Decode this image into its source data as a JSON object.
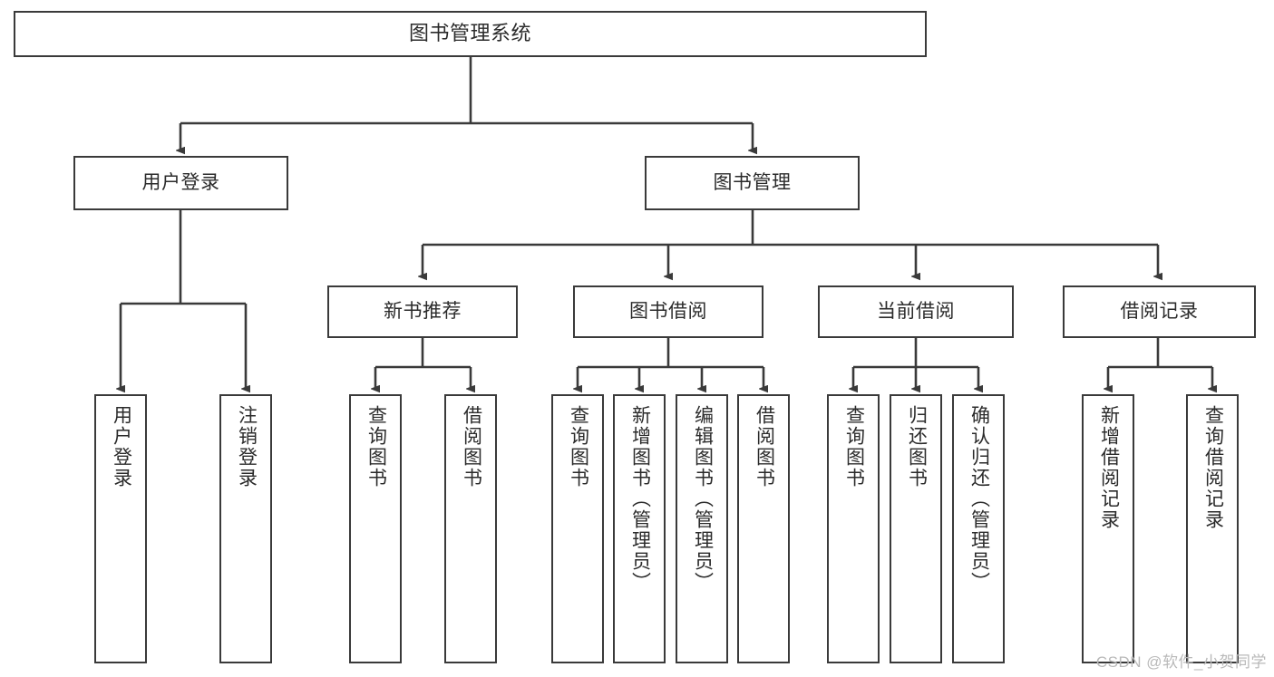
{
  "diagram": {
    "title": "图书管理系统",
    "watermark": "CSDN @软件_小贺同学",
    "colors": {
      "stroke": "#3a3a3a",
      "box_fill": "#ffffff",
      "text": "#2b2b2b",
      "watermark": "#b9b9b9",
      "background": "#ffffff"
    },
    "root": {
      "label": "图书管理系统"
    },
    "level1": [
      {
        "label": "用户登录"
      },
      {
        "label": "图书管理"
      }
    ],
    "level2": [
      {
        "label": "新书推荐"
      },
      {
        "label": "图书借阅"
      },
      {
        "label": "当前借阅"
      },
      {
        "label": "借阅记录"
      }
    ],
    "leaves": {
      "user_login": [
        {
          "label": "用户登录"
        },
        {
          "label": "注销登录"
        }
      ],
      "new_book_recommend": [
        {
          "label": "查询图书"
        },
        {
          "label": "借阅图书"
        }
      ],
      "book_borrow": [
        {
          "label": "查询图书"
        },
        {
          "label": "新增图书（管理员）"
        },
        {
          "label": "编辑图书（管理员）"
        },
        {
          "label": "借阅图书"
        }
      ],
      "current_borrow": [
        {
          "label": "查询图书"
        },
        {
          "label": "归还图书"
        },
        {
          "label": "确认归还（管理员）"
        }
      ],
      "borrow_record": [
        {
          "label": "新增借阅记录"
        },
        {
          "label": "查询借阅记录"
        }
      ]
    }
  },
  "chart_data": {
    "type": "table",
    "title": "图书管理系统 功能结构图",
    "nodes": [
      {
        "id": "root",
        "label": "图书管理系统",
        "level": 0,
        "parent": null
      },
      {
        "id": "user-login",
        "label": "用户登录",
        "level": 1,
        "parent": "root"
      },
      {
        "id": "book-manage",
        "label": "图书管理",
        "level": 1,
        "parent": "root"
      },
      {
        "id": "new-book",
        "label": "新书推荐",
        "level": 2,
        "parent": "book-manage"
      },
      {
        "id": "book-borrow",
        "label": "图书借阅",
        "level": 2,
        "parent": "book-manage"
      },
      {
        "id": "current-borrow",
        "label": "当前借阅",
        "level": 2,
        "parent": "book-manage"
      },
      {
        "id": "borrow-record",
        "label": "借阅记录",
        "level": 2,
        "parent": "book-manage"
      },
      {
        "id": "l-user-login",
        "label": "用户登录",
        "level": 2,
        "parent": "user-login"
      },
      {
        "id": "l-logout",
        "label": "注销登录",
        "level": 2,
        "parent": "user-login"
      },
      {
        "id": "l-nb-query",
        "label": "查询图书",
        "level": 3,
        "parent": "new-book"
      },
      {
        "id": "l-nb-borrow",
        "label": "借阅图书",
        "level": 3,
        "parent": "new-book"
      },
      {
        "id": "l-bb-query",
        "label": "查询图书",
        "level": 3,
        "parent": "book-borrow"
      },
      {
        "id": "l-bb-add",
        "label": "新增图书（管理员）",
        "level": 3,
        "parent": "book-borrow"
      },
      {
        "id": "l-bb-edit",
        "label": "编辑图书（管理员）",
        "level": 3,
        "parent": "book-borrow"
      },
      {
        "id": "l-bb-borrow",
        "label": "借阅图书",
        "level": 3,
        "parent": "book-borrow"
      },
      {
        "id": "l-cb-query",
        "label": "查询图书",
        "level": 3,
        "parent": "current-borrow"
      },
      {
        "id": "l-cb-return",
        "label": "归还图书",
        "level": 3,
        "parent": "current-borrow"
      },
      {
        "id": "l-cb-confirm",
        "label": "确认归还（管理员）",
        "level": 3,
        "parent": "current-borrow"
      },
      {
        "id": "l-br-add",
        "label": "新增借阅记录",
        "level": 3,
        "parent": "borrow-record"
      },
      {
        "id": "l-br-query",
        "label": "查询借阅记录",
        "level": 3,
        "parent": "borrow-record"
      }
    ]
  }
}
